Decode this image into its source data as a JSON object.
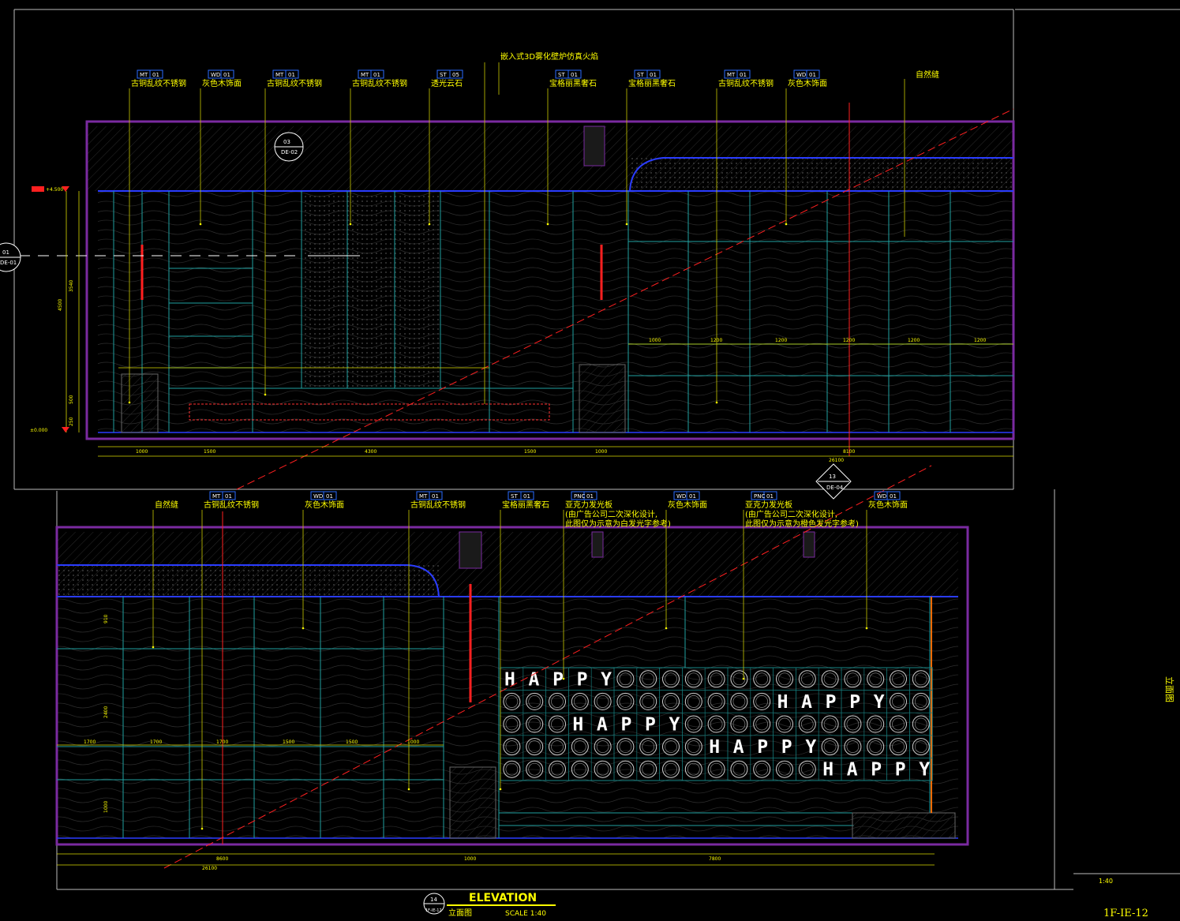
{
  "colors": {
    "background": "#000000",
    "wall_outline": "#7a2aa0",
    "ceiling_line": "#2a3cff",
    "tile_grid": "#1fa0a0",
    "dimension": "#ffff00",
    "leader": "#c8c800",
    "section_cut": "#ff2020"
  },
  "top_elevation": {
    "callouts": [
      {
        "code": "MT",
        "num": "01",
        "text": "古铜乱纹不锈钢"
      },
      {
        "code": "WD",
        "num": "01",
        "text": "灰色木饰面"
      },
      {
        "code": "MT",
        "num": "01",
        "text": "古铜乱纹不锈钢"
      },
      {
        "code": "MT",
        "num": "01",
        "text": "古铜乱纹不锈钢"
      },
      {
        "code": "ST",
        "num": "05",
        "text": "透光云石"
      },
      {
        "code": "ST",
        "num": "01",
        "text": "宝格丽黑奢石"
      },
      {
        "code": "ST",
        "num": "01",
        "text": "宝格丽黑奢石"
      },
      {
        "code": "MT",
        "num": "01",
        "text": "古铜乱纹不锈钢"
      },
      {
        "code": "WD",
        "num": "01",
        "text": "灰色木饰面"
      }
    ],
    "fireplace_note": "嵌入式3D雾化壁炉仿真火焰",
    "natural_stone_note": "自然缝",
    "section_marker_top": {
      "num": "03",
      "ref": "DE-02"
    },
    "section_marker_left": {
      "num": "01",
      "ref": "DE-01"
    },
    "level_top": "+4.500",
    "level_bottom": "±0.000",
    "bottom_dims": [
      "1000",
      "1500",
      "4300",
      "1500",
      "1000",
      "8100"
    ],
    "total_dim": "26100",
    "right_panel_dims": [
      "1000",
      "1200",
      "1200",
      "1200",
      "1200",
      "1200"
    ],
    "vertical_dims": [
      "3540",
      "4500",
      "500",
      "250"
    ]
  },
  "bottom_elevation": {
    "callouts": [
      {
        "code": "",
        "num": "",
        "text": "自然缝"
      },
      {
        "code": "MT",
        "num": "01",
        "text": "古铜乱纹不锈钢"
      },
      {
        "code": "WD",
        "num": "01",
        "text": "灰色木饰面"
      },
      {
        "code": "MT",
        "num": "01",
        "text": "古铜乱纹不锈钢"
      },
      {
        "code": "ST",
        "num": "01",
        "text": "宝格丽黑奢石"
      },
      {
        "code": "PNC",
        "num": "01",
        "text": "亚克力发光板",
        "note1": "(由广告公司二次深化设计,",
        "note2": "此图仅为示意为白发光字参考)"
      },
      {
        "code": "WD",
        "num": "01",
        "text": "灰色木饰面"
      },
      {
        "code": "PNC",
        "num": "01",
        "text": "亚克力发光板",
        "note1": "(由广告公司二次深化设计,",
        "note2": "此图仅为示意为橙色发光字参考)"
      },
      {
        "code": "WD",
        "num": "01",
        "text": "灰色木饰面"
      }
    ],
    "section_marker": {
      "num": "13",
      "ref": "DE-04"
    },
    "happy_word": "HAPPY",
    "panel_dims": [
      "1700",
      "1700",
      "1700",
      "1500",
      "1500",
      "1000"
    ],
    "bottom_dims": [
      "8600",
      "1000",
      "7800"
    ],
    "total_dim": "26100",
    "vertical_dims": [
      "910",
      "2400",
      "1000"
    ]
  },
  "title_block": {
    "marker_num": "14",
    "marker_ref": "1F-IE-12",
    "title": "ELEVATION",
    "subtitle": "立面图",
    "scale": "SCALE 1:40",
    "side_title": "立面图",
    "scale_small": "1:40",
    "sheet_no": "1F-IE-12"
  }
}
